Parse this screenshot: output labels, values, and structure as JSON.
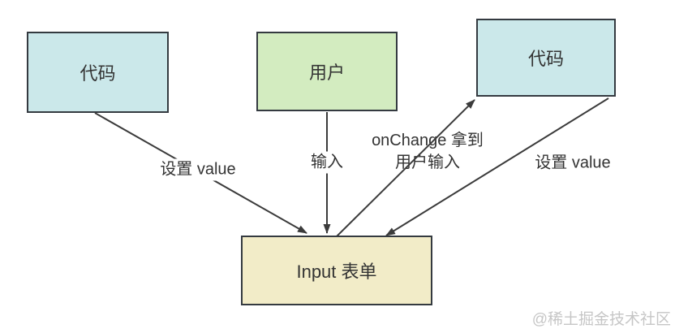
{
  "diagram": {
    "title": "controlled input data flow",
    "nodes": [
      {
        "id": "code-left",
        "label": "代码",
        "fill": "#cbe8ea",
        "border": "#343a40"
      },
      {
        "id": "user",
        "label": "用户",
        "fill": "#d3ecc0",
        "border": "#343a40"
      },
      {
        "id": "code-right",
        "label": "代码",
        "fill": "#cbe8ea",
        "border": "#343a40"
      },
      {
        "id": "input-form",
        "label": "Input 表单",
        "fill": "#f2ecc8",
        "border": "#343a40"
      }
    ],
    "edges": [
      {
        "from": "code-left",
        "to": "input-form",
        "label": "设置 value"
      },
      {
        "from": "user",
        "to": "input-form",
        "label": "输入"
      },
      {
        "from": "input-form",
        "to": "code-right",
        "label": "onChange 拿到 用户输入",
        "lines": [
          "onChange 拿到",
          "用户输入"
        ]
      },
      {
        "from": "code-right",
        "to": "input-form",
        "label": "设置 value"
      }
    ],
    "edge_color": "#3b3b3b",
    "text_color": "#333333",
    "background": "#ffffff"
  },
  "watermark": "@稀土掘金技术社区"
}
